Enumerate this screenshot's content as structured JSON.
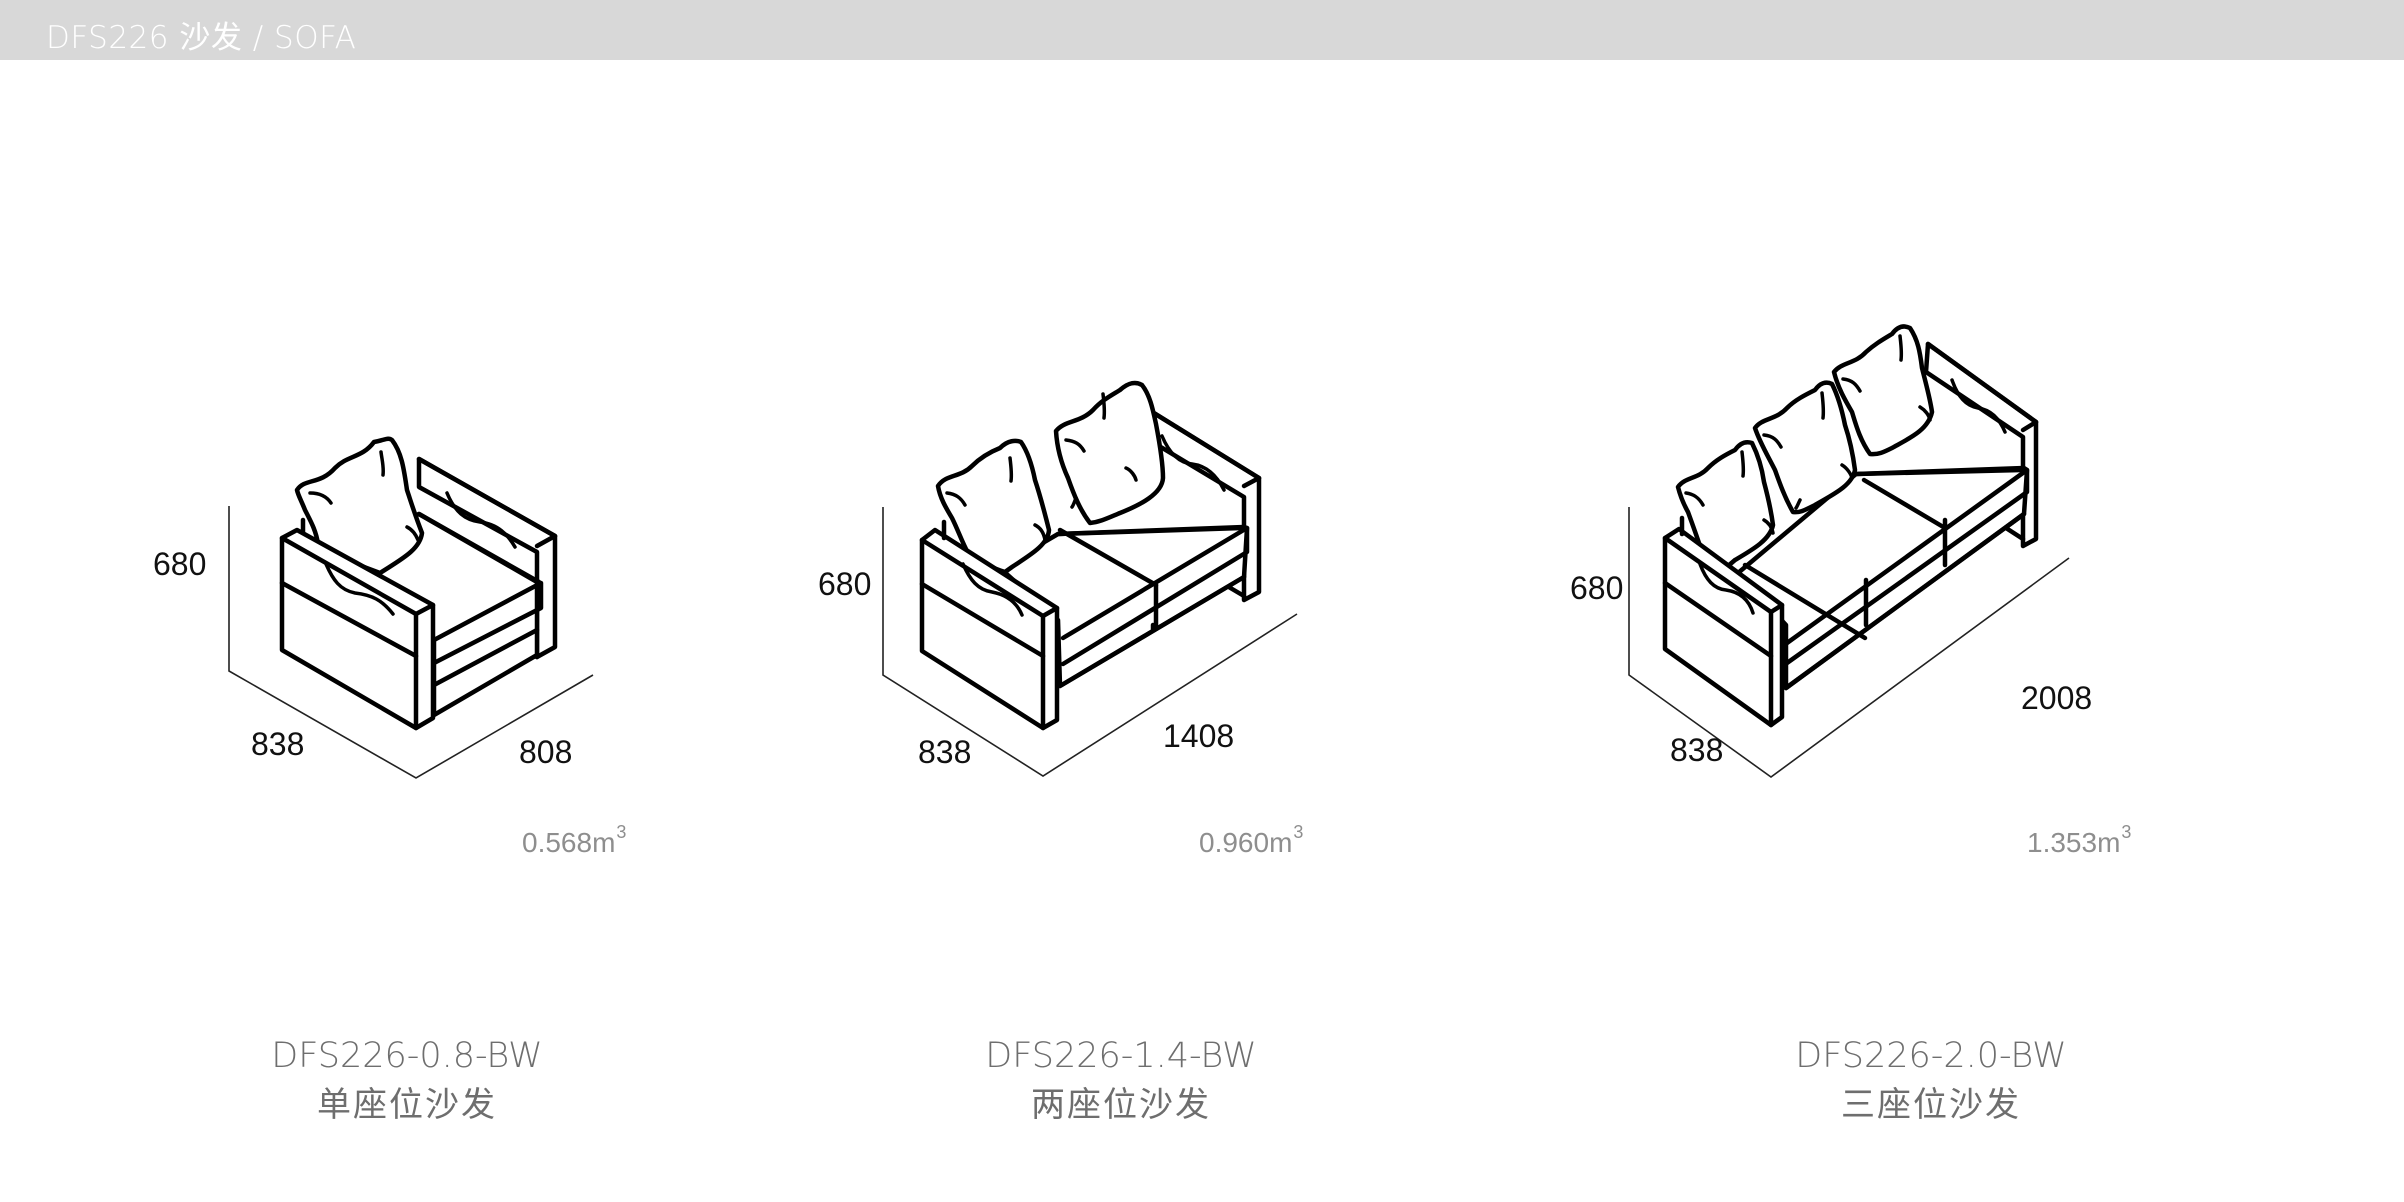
{
  "header": {
    "title": "DFS226 沙发 / SOFA"
  },
  "colors": {
    "header_bg": "#d8d8d8",
    "header_text": "#ffffff",
    "label_gray": "#6e6e6e",
    "volume_gray": "#8e8e8e",
    "line": "#000000"
  },
  "products": [
    {
      "model": "DFS226-0.8-BW",
      "name": "单座位沙发",
      "dims": {
        "height": "680",
        "depth": "838",
        "width": "808"
      },
      "volume": "0.568m",
      "volume_unit_sup": "3",
      "seats": 1
    },
    {
      "model": "DFS226-1.4-BW",
      "name": "两座位沙发",
      "dims": {
        "height": "680",
        "depth": "838",
        "width": "1408"
      },
      "volume": "0.960m",
      "volume_unit_sup": "3",
      "seats": 2
    },
    {
      "model": "DFS226-2.0-BW",
      "name": "三座位沙发",
      "dims": {
        "height": "680",
        "depth": "838",
        "width": "2008"
      },
      "volume": "1.353m",
      "volume_unit_sup": "3",
      "seats": 3
    }
  ]
}
